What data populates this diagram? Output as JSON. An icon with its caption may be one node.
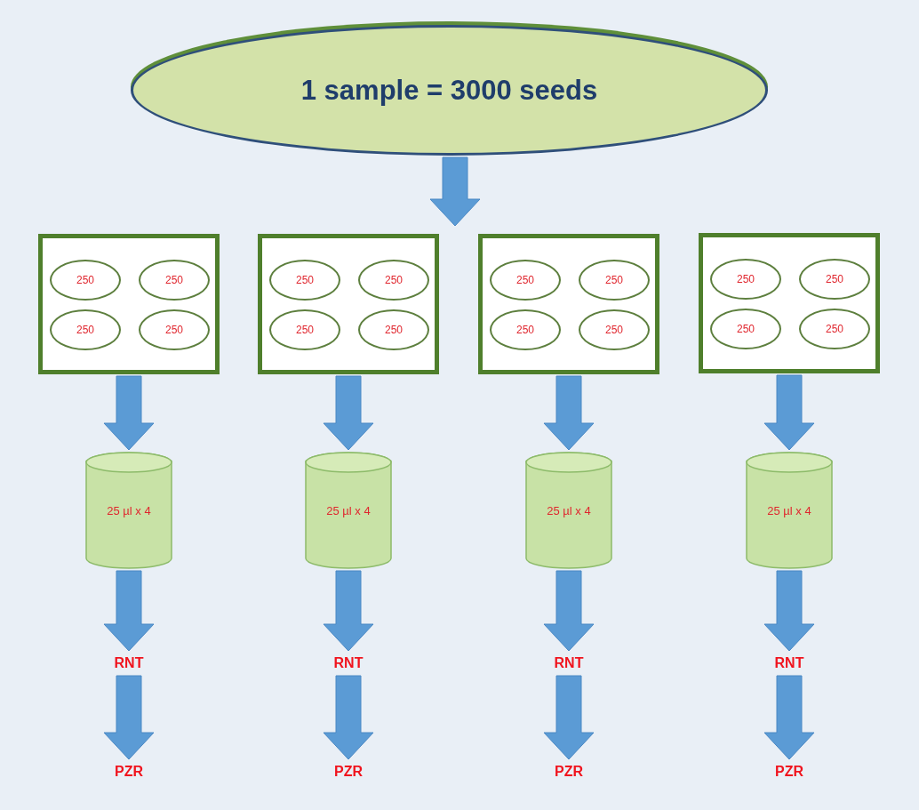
{
  "diagram": {
    "nodes": [
      {
        "text": [
          "1 sample = 3000 seeds"
        ]
      },
      {
        "text": [],
        "shape": "box"
      },
      {
        "text": [
          "250"
        ],
        "in": 1
      },
      {
        "text": [
          "250"
        ],
        "in": 1
      },
      {
        "text": [
          "250"
        ],
        "in": 1
      },
      {
        "text": [
          "250"
        ],
        "in": 1
      },
      {
        "text": [],
        "shape": "box"
      },
      {
        "text": [
          "250"
        ],
        "in": 6
      },
      {
        "text": [
          "250"
        ],
        "in": 6
      },
      {
        "text": [
          "250"
        ],
        "in": 6
      },
      {
        "text": [
          "250"
        ],
        "in": 6
      },
      {
        "text": [],
        "shape": "box"
      },
      {
        "text": [
          "250"
        ],
        "in": 11
      },
      {
        "text": [
          "250"
        ],
        "in": 11
      },
      {
        "text": [
          "250"
        ],
        "in": 11
      },
      {
        "text": [
          "250"
        ],
        "in": 11
      },
      {
        "text": [],
        "shape": "box"
      },
      {
        "text": [
          "250"
        ],
        "in": 16
      },
      {
        "text": [
          "250"
        ],
        "in": 16
      },
      {
        "text": [
          "250"
        ],
        "in": 16
      },
      {
        "text": [
          "250"
        ],
        "in": 16
      },
      {
        "text": [
          "25 µl x 4"
        ]
      },
      {
        "text": [
          "25 µl x 4"
        ]
      },
      {
        "text": [
          "25 µl x 4"
        ]
      },
      {
        "text": [
          "25 µl x 4"
        ]
      },
      {
        "text": [
          "RNT"
        ]
      },
      {
        "text": [
          "RNT"
        ]
      },
      {
        "text": [
          "RNT"
        ]
      },
      {
        "text": [
          "RNT"
        ]
      },
      {
        "text": [
          "PZR"
        ]
      },
      {
        "text": [
          "PZR"
        ]
      },
      {
        "text": [
          "PZR"
        ]
      },
      {
        "text": [
          "PZR"
        ]
      }
    ],
    "edges": [
      {
        "from": 0,
        "to": null,
        "arrow": "to"
      },
      {
        "from": 1,
        "to": 21,
        "arrow": "to"
      },
      {
        "from": 6,
        "to": 22,
        "arrow": "to"
      },
      {
        "from": 11,
        "to": 23,
        "arrow": "to"
      },
      {
        "from": 16,
        "to": 24,
        "arrow": "to"
      },
      {
        "from": 21,
        "to": 25,
        "arrow": "to"
      },
      {
        "from": 22,
        "to": 26,
        "arrow": "to"
      },
      {
        "from": 23,
        "to": 27,
        "arrow": "to"
      },
      {
        "from": 24,
        "to": 28,
        "arrow": "to"
      },
      {
        "from": 25,
        "to": 29,
        "arrow": "to"
      },
      {
        "from": 26,
        "to": 30,
        "arrow": "to"
      },
      {
        "from": 27,
        "to": 31,
        "arrow": "to"
      },
      {
        "from": 28,
        "to": 32,
        "arrow": "to"
      }
    ]
  }
}
